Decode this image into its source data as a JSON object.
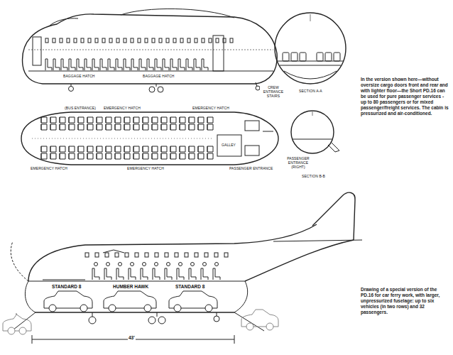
{
  "diagram": {
    "labels": [
      "BAGGAGE HATCH",
      "BAGGAGE HATCH",
      "CREW ENTRANCE STAIRS",
      "SECTION A-A",
      "(BUS ENTRANCE)",
      "EMERGENCY HATCH",
      "EMERGENCY HATCH",
      "GALLEY",
      "EMERGENCY HATCH",
      "EMERGENCY HATCH",
      "PASSENGER ENTRANCE",
      "PASSENGER ENTRANCE (RIGHT)",
      "SECTION B-B",
      "In the version shown here—without oversize cargo doors front and rear and with lighter floor—the Short PD.16 can be used for pure passenger services - up to 80 passengers or for mixed passenger/freight services. The cabin is pressurized and air-conditioned.",
      "STANDARD 8",
      "HUMBER HAWK",
      "STANDARD 8",
      "43'",
      "Drawing of a special version of the PD.16 for car ferry work, with larger, unpressurized fuselage: up to six vehicles (in two rows) and 32 passengers."
    ]
  }
}
